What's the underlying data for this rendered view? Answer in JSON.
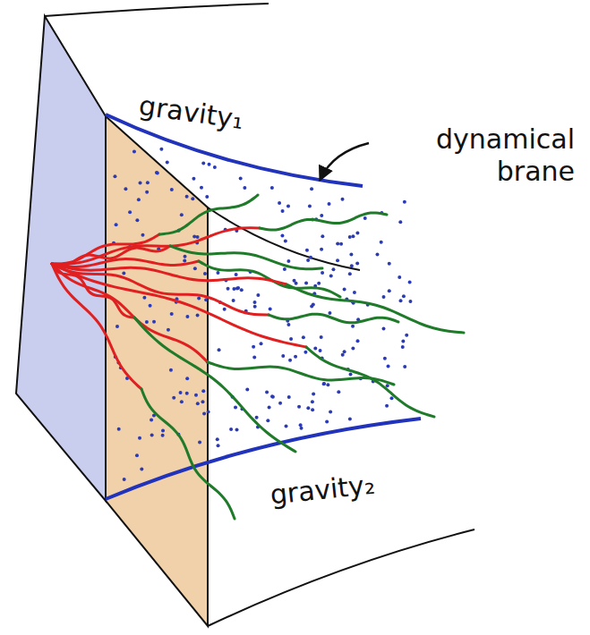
{
  "diagram": {
    "labels": [
      "gravity₁",
      "dynamical brane",
      "gravity₂"
    ]
  }
}
